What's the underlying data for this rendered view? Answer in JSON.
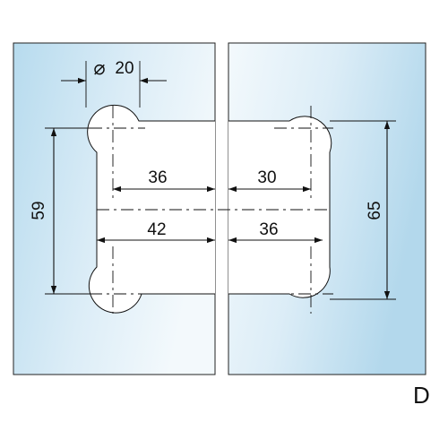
{
  "drawing": {
    "diameter_symbol": "⌀",
    "dimensions": {
      "hole_diameter": "20",
      "left_height": "59",
      "right_height": "65",
      "left_upper_width": "36",
      "right_upper_width": "30",
      "left_lower_width": "42",
      "right_lower_width": "36"
    },
    "view_label": "D"
  },
  "colors": {
    "glass_light": "#eef6fb",
    "glass_dark": "#b9dcef",
    "line": "#111111",
    "plate": "#ffffff"
  }
}
